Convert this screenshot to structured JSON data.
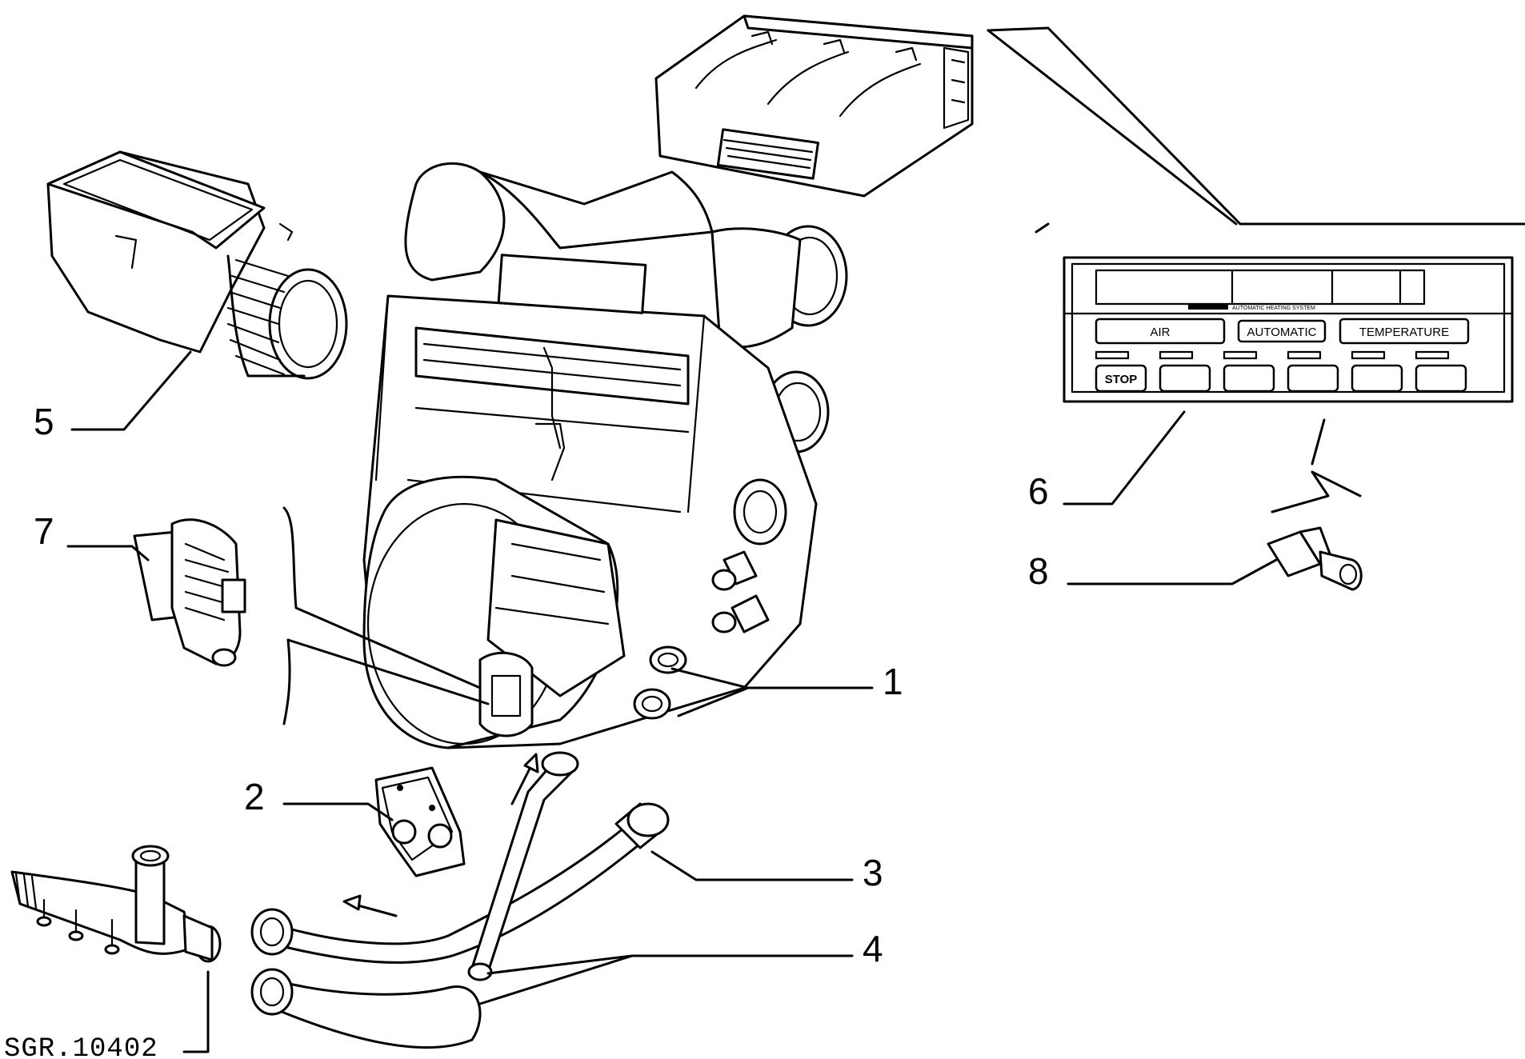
{
  "diagram": {
    "reference_code": "SGR.10402",
    "callouts": [
      "1",
      "2",
      "3",
      "4",
      "5",
      "6",
      "7",
      "8"
    ],
    "control_panel": {
      "header_text": "AUTOMATIC HEATING SYSTEM",
      "buttons": {
        "air": "AIR",
        "automatic": "AUTOMATIC",
        "temperature": "TEMPERATURE",
        "stop": "STOP"
      }
    }
  }
}
